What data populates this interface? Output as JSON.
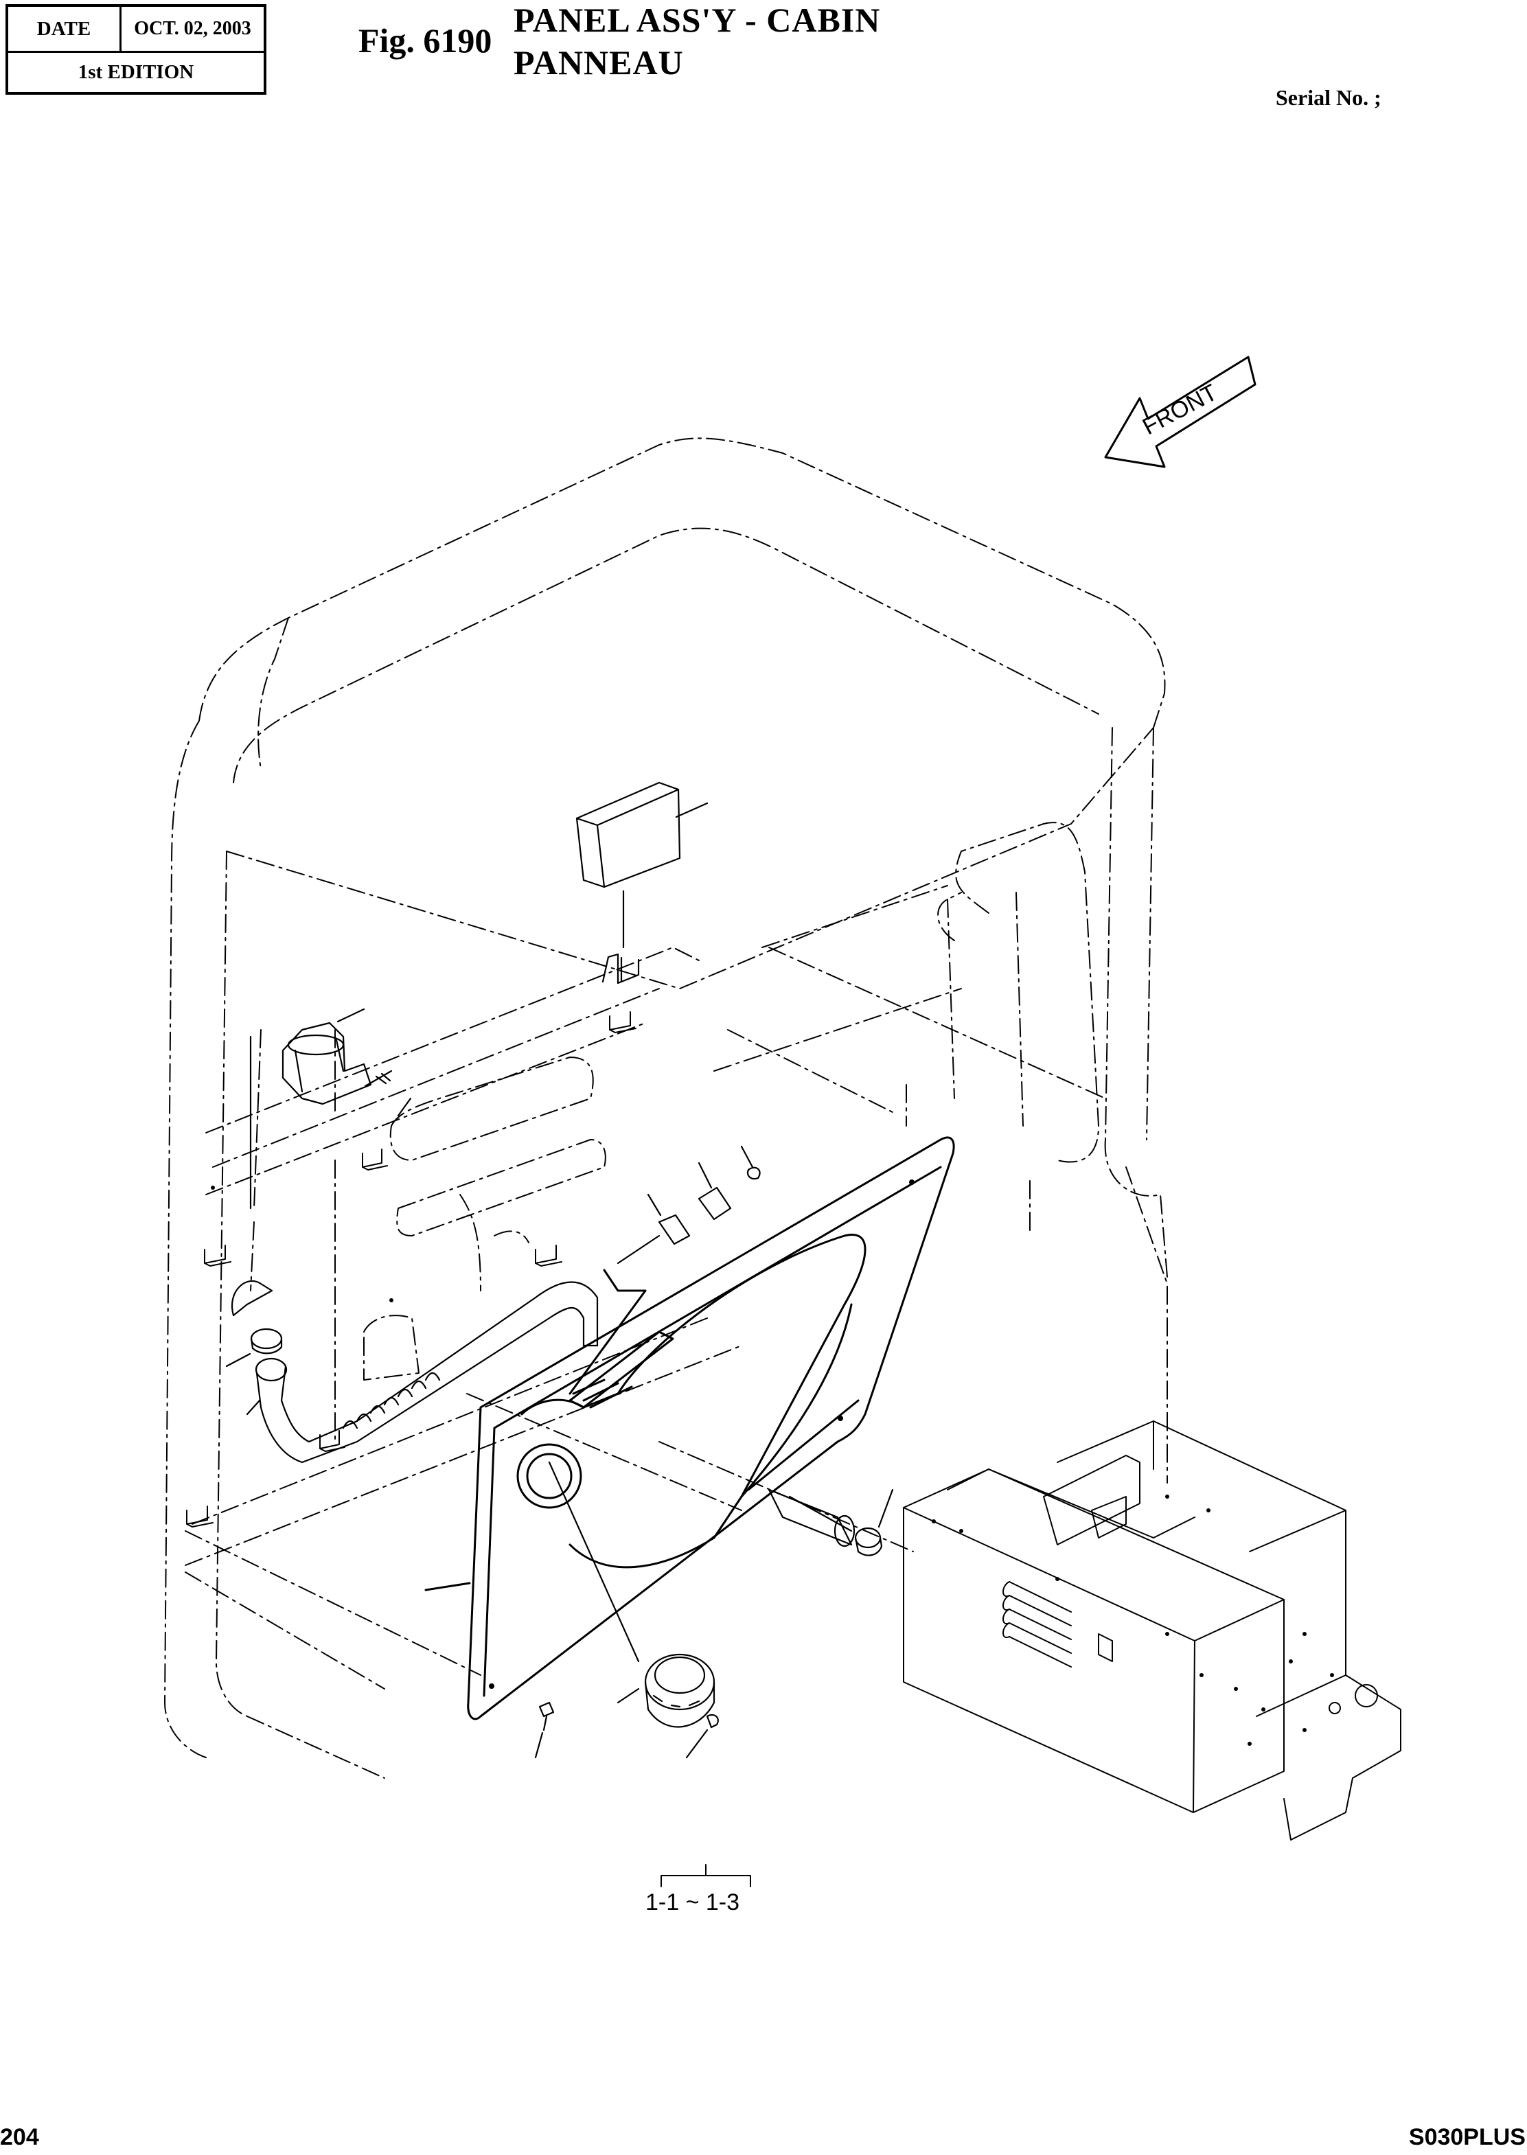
{
  "header": {
    "date_label": "DATE",
    "date_value": "OCT.  02, 2003",
    "edition": "1st EDITION",
    "fig_number": "Fig. 6190",
    "title_en": "PANEL ASS'Y - CABIN",
    "title_fr": "PANNEAU",
    "serial_label": "Serial No. ;"
  },
  "drawing": {
    "front_label": "FRONT",
    "callout_range": "1-1  ~  1-3"
  },
  "footer": {
    "page_number": "204",
    "model": "S030PLUS"
  }
}
